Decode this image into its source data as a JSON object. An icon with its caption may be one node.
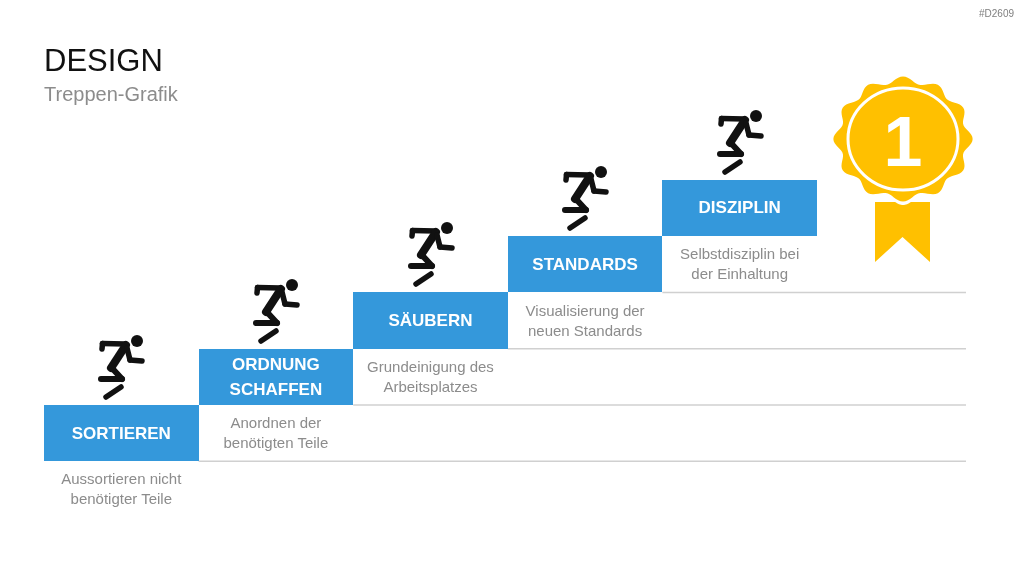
{
  "diagram": {
    "title": "DESIGN",
    "nodes": [
      {
        "text": [
          "SORTIEREN"
        ],
        "beside": [
          "Aussortieren nicht benötigter Teile"
        ]
      },
      {
        "text": [
          "ORDNUNG SCHAFFEN"
        ],
        "beside": [
          "Anordnen der benötigten Teile"
        ]
      },
      {
        "text": [
          "SÄUBERN"
        ],
        "beside": [
          "Grundeinigung des Arbeitsplatzes"
        ]
      },
      {
        "text": [
          "STANDARDS"
        ],
        "beside": [
          "Visualisierung der neuen Standards"
        ]
      },
      {
        "text": [
          "DISZIPLIN"
        ],
        "beside": [
          "Selbstdisziplin bei der Einhaltung"
        ]
      },
      {
        "text": [
          "1"
        ]
      }
    ],
    "labels": [
      "#D2609",
      "Treppen-Grafik"
    ]
  }
}
